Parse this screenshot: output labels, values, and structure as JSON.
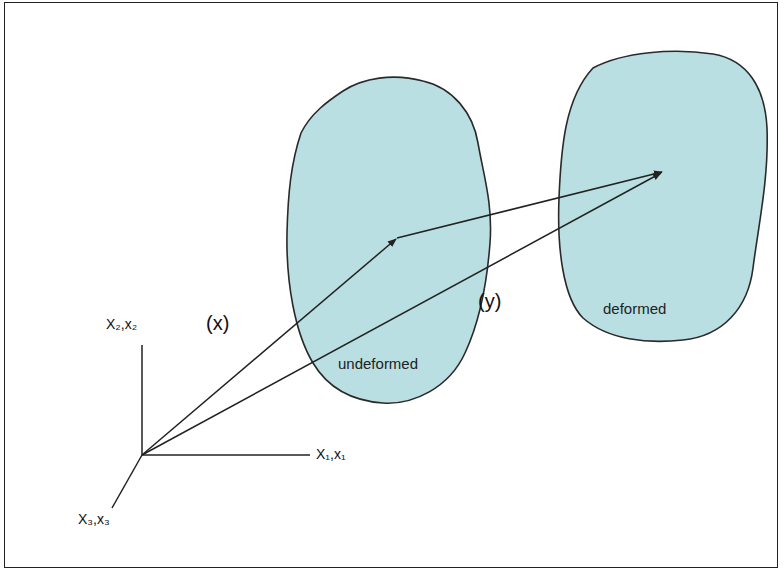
{
  "diagram": {
    "nodes": [
      {
        "text": [
          "undeformed"
        ]
      },
      {
        "text": [
          "deformed"
        ]
      }
    ],
    "edges": [
      {
        "from": 0,
        "to": 1,
        "arrow": "to"
      }
    ],
    "labels": [
      "X₂,x₂",
      "(x)",
      "(y)",
      "X₁,x₁",
      "X₃,x₃"
    ]
  }
}
